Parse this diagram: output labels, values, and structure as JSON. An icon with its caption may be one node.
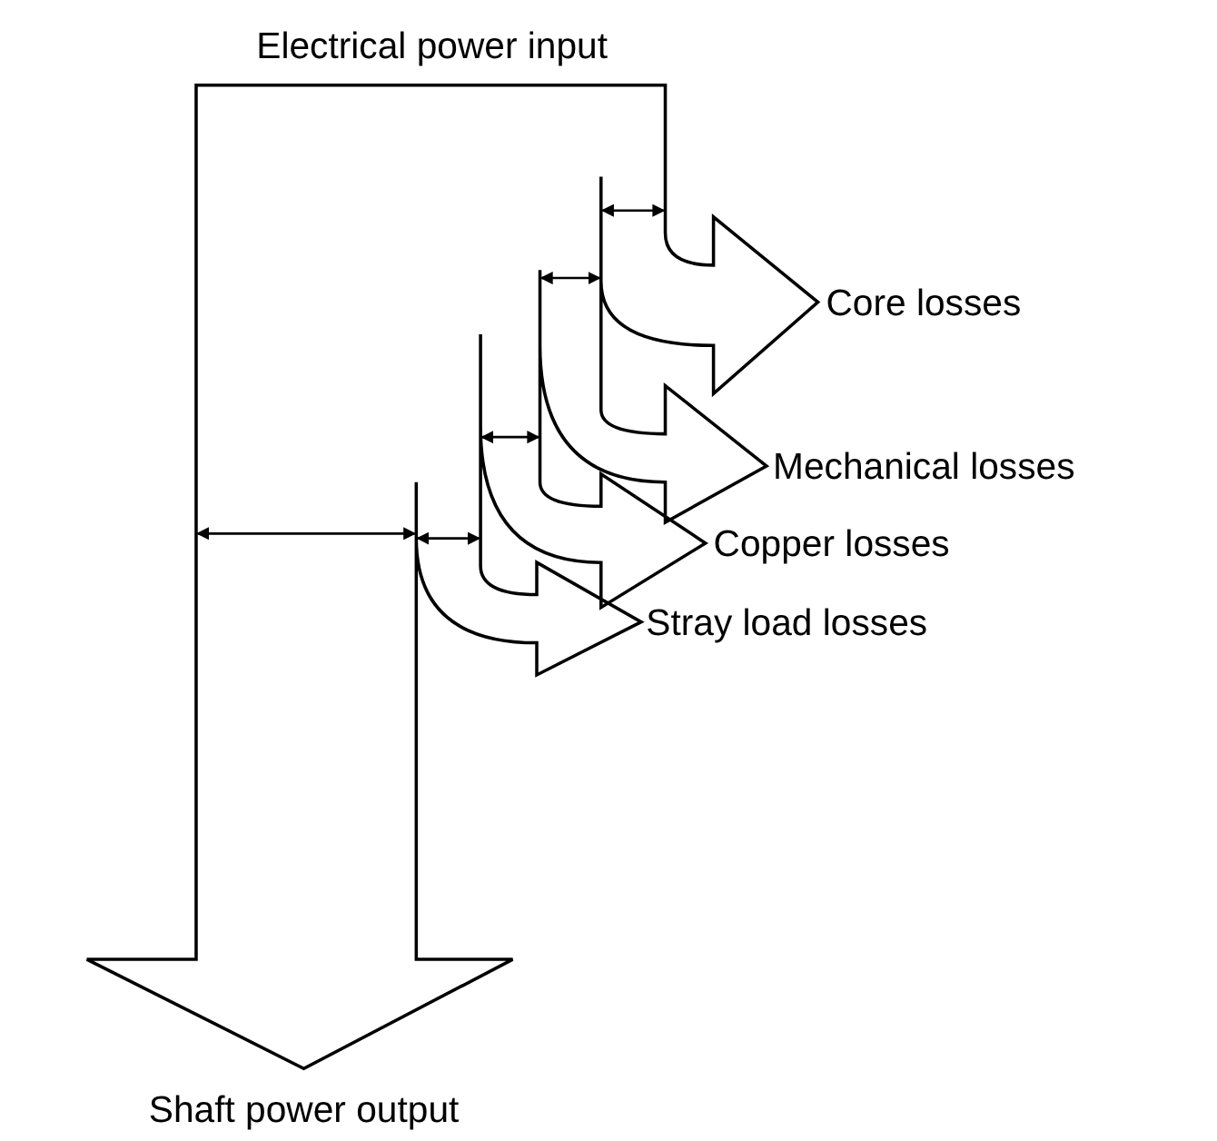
{
  "diagram": {
    "labels": [
      "Electrical power input",
      "Core losses",
      "Mechanical losses",
      "Copper losses",
      "Stray load losses",
      "Shaft power output"
    ]
  }
}
